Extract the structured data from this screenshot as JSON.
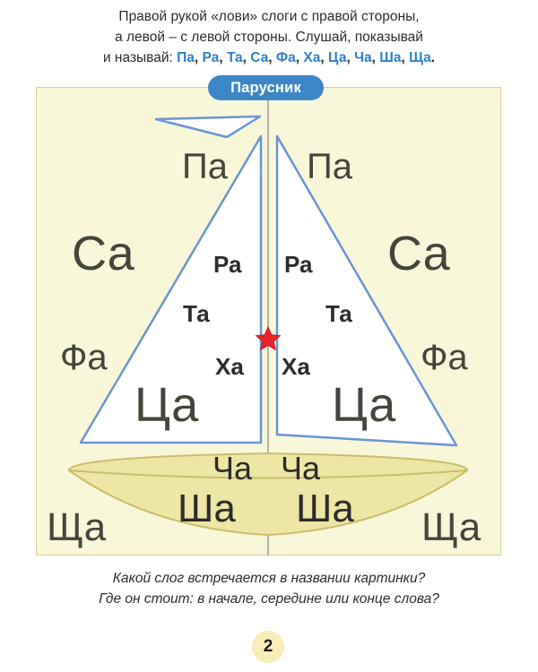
{
  "instructions": {
    "line1": "Правой рукой «лови» слоги с правой стороны,",
    "line2": "а левой – с левой стороны. Слушай, показывай",
    "line3_prefix": "и называй:",
    "syllables": [
      "Па",
      "Ра",
      "Та",
      "Са",
      "Фа",
      "Ха",
      "Ца",
      "Ча",
      "Ша",
      "Ща"
    ],
    "separator": ",",
    "end": "."
  },
  "picture_title": "Парусник",
  "left_syllables": {
    "pa": "Па",
    "sa": "Са",
    "ra": "Ра",
    "ta": "Та",
    "fa": "Фа",
    "kha": "Ха",
    "tsa": "Ца",
    "cha": "Ча",
    "sha": "Ша",
    "shcha": "Ща"
  },
  "right_syllables": {
    "pa": "Па",
    "sa": "Са",
    "ra": "Ра",
    "ta": "Та",
    "fa": "Фа",
    "kha": "Ха",
    "tsa": "Ца",
    "cha": "Ча",
    "sha": "Ша",
    "shcha": "Ща"
  },
  "question": {
    "line1": "Какой слог встречается в названии картинки?",
    "line2": "Где он стоит: в начале, середине или конце слова?"
  },
  "page_number": "2",
  "colors": {
    "accent_blue": "#3d86c8",
    "panel_bg": "#f9f7d9",
    "hull_fill": "#ede6a4",
    "star": "#e8252a"
  }
}
